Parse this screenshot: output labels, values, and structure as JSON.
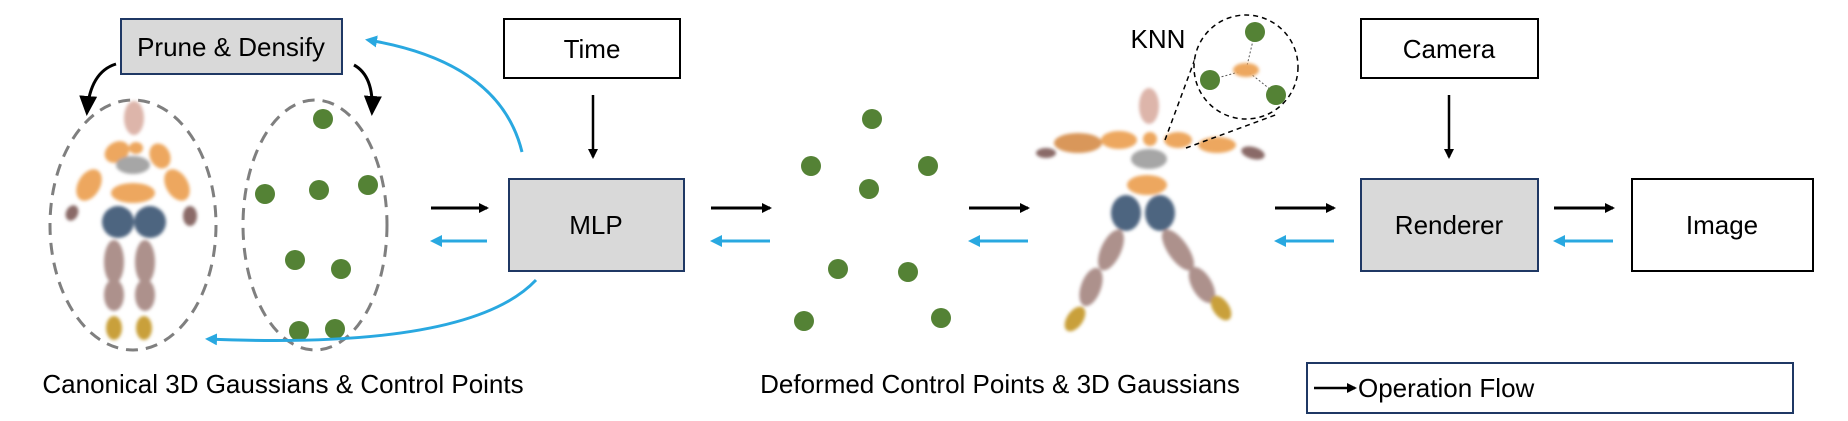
{
  "boxes": {
    "prune": "Prune & Densify",
    "time": "Time",
    "mlp": "MLP",
    "camera": "Camera",
    "renderer": "Renderer",
    "image": "Image"
  },
  "knn_label": "KNN",
  "captions": {
    "canonical": "Canonical 3D Gaussians & Control Points",
    "deformed": "Deformed Control Points & 3D Gaussians"
  },
  "legend": {
    "operation_flow": "Operation Flow"
  },
  "colors": {
    "control_point": "#548235",
    "backward_arrow": "#29a8e0",
    "forward_arrow": "#000000",
    "box_fill": "#d9d9d9"
  }
}
